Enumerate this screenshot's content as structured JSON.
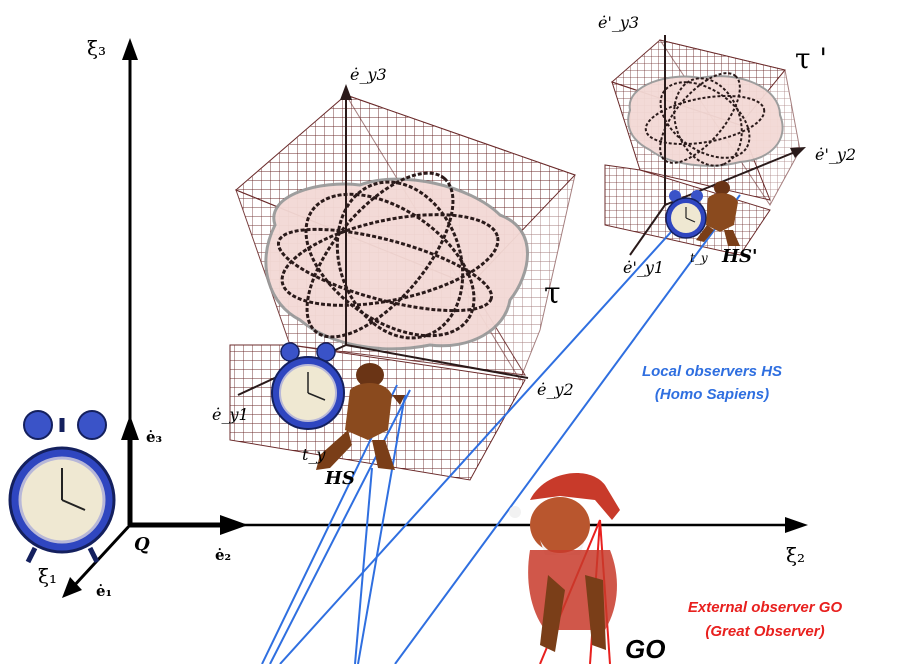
{
  "axes": {
    "xi3": "ξ₃",
    "xi2": "ξ₂",
    "xi1": "ξ₁",
    "origin": "Q",
    "e1": "ė₁",
    "e2": "ė₂",
    "e3": "ė₃"
  },
  "local_frame": {
    "tau": "τ",
    "ey1": "ė_y1",
    "ey2": "ė_y2",
    "ey3": "ė_y3",
    "ty": "t_y",
    "observer": "HS"
  },
  "remote_frame": {
    "tau": "τ '",
    "ey1": "ė'_y1",
    "ey2": "ė'_y2",
    "ey3": "ė'_y3",
    "ty": "t_y",
    "observer": "HS'"
  },
  "annotations": {
    "local_line1": "Local observers HS",
    "local_line2": "(Homo Sapiens)",
    "external_line1": "External observer GO",
    "external_line2": "(Great Observer)",
    "go_label": "GO"
  },
  "colors": {
    "local": "#2f6fe0",
    "external": "#e8201e",
    "grid": "#6b2b2b",
    "cloud": "#f3d9d5",
    "axis": "#000000"
  }
}
